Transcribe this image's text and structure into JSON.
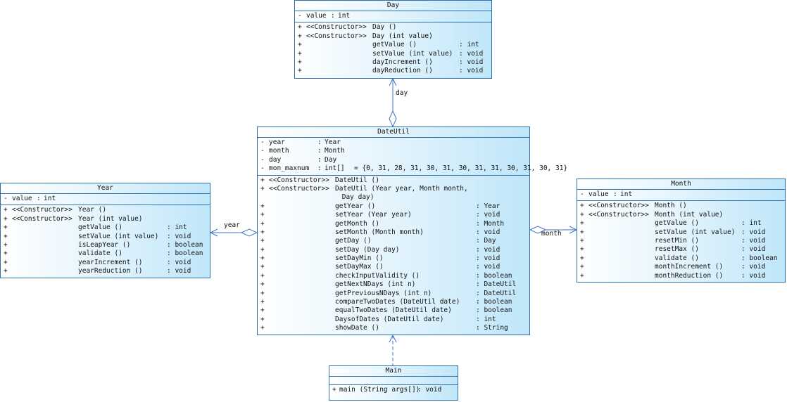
{
  "classes": {
    "day": {
      "name": "Day",
      "attributes": [
        {
          "vis": "-",
          "name": "value",
          "sep": ":",
          "type": "int"
        }
      ],
      "operations": [
        {
          "vis": "+",
          "stereo": "<<Constructor>>",
          "sig": "Day ()",
          "type": ""
        },
        {
          "vis": "+",
          "stereo": "<<Constructor>>",
          "sig": "Day (int value)",
          "type": ""
        },
        {
          "vis": "+",
          "stereo": "",
          "sig": "getValue ()",
          "type": ": int"
        },
        {
          "vis": "+",
          "stereo": "",
          "sig": "setValue (int value)",
          "type": ": void"
        },
        {
          "vis": "+",
          "stereo": "",
          "sig": "dayIncrement ()",
          "type": ": void"
        },
        {
          "vis": "+",
          "stereo": "",
          "sig": "dayReduction ()",
          "type": ": void"
        }
      ]
    },
    "dateutil": {
      "name": "DateUtil",
      "attributes": [
        {
          "vis": "-",
          "name": "year",
          "sep": ":",
          "type": "Year",
          "init": ""
        },
        {
          "vis": "-",
          "name": "month",
          "sep": ":",
          "type": "Month",
          "init": ""
        },
        {
          "vis": "-",
          "name": "day",
          "sep": ":",
          "type": "Day",
          "init": ""
        },
        {
          "vis": "-",
          "name": "mon_maxnum",
          "sep": ":",
          "type": "int[]",
          "init": "= {0, 31, 28, 31, 30, 31, 30, 31, 31, 30, 31, 30, 31}"
        }
      ],
      "operations": [
        {
          "vis": "+",
          "stereo": "<<Constructor>>",
          "sig": "DateUtil ()",
          "type": ""
        },
        {
          "vis": "+",
          "stereo": "<<Constructor>>",
          "sig": "DateUtil (Year year, Month month,",
          "type": ""
        },
        {
          "vis": "",
          "stereo": "",
          "sig": " Day day)",
          "type": "",
          "cont": true
        },
        {
          "vis": "+",
          "stereo": "",
          "sig": "getYear ()",
          "type": ": Year"
        },
        {
          "vis": "+",
          "stereo": "",
          "sig": "setYear (Year year)",
          "type": ": void"
        },
        {
          "vis": "+",
          "stereo": "",
          "sig": "getMonth ()",
          "type": ": Month"
        },
        {
          "vis": "+",
          "stereo": "",
          "sig": "setMonth (Month month)",
          "type": ": void"
        },
        {
          "vis": "+",
          "stereo": "",
          "sig": "getDay ()",
          "type": ": Day"
        },
        {
          "vis": "+",
          "stereo": "",
          "sig": "setDay (Day day)",
          "type": ": void"
        },
        {
          "vis": "+",
          "stereo": "",
          "sig": "setDayMin ()",
          "type": ": void"
        },
        {
          "vis": "+",
          "stereo": "",
          "sig": "setDayMax ()",
          "type": ": void"
        },
        {
          "vis": "+",
          "stereo": "",
          "sig": "checkInputValidity ()",
          "type": ": boolean"
        },
        {
          "vis": "+",
          "stereo": "",
          "sig": "getNextNDays (int n)",
          "type": ": DateUtil"
        },
        {
          "vis": "+",
          "stereo": "",
          "sig": "getPreviousNDays (int n)",
          "type": ": DateUtil"
        },
        {
          "vis": "+",
          "stereo": "",
          "sig": "compareTwoDates (DateUtil date)",
          "type": ": boolean"
        },
        {
          "vis": "+",
          "stereo": "",
          "sig": "equalTwoDates (DateUtil date)",
          "type": ": boolean"
        },
        {
          "vis": "+",
          "stereo": "",
          "sig": "DaysofDates (DateUtil date)",
          "type": ": int"
        },
        {
          "vis": "+",
          "stereo": "",
          "sig": "showDate ()",
          "type": ": String"
        }
      ]
    },
    "year": {
      "name": "Year",
      "attributes": [
        {
          "vis": "-",
          "name": "value",
          "sep": ":",
          "type": "int"
        }
      ],
      "operations": [
        {
          "vis": "+",
          "stereo": "<<Constructor>>",
          "sig": "Year ()",
          "type": ""
        },
        {
          "vis": "+",
          "stereo": "<<Constructor>>",
          "sig": "Year (int value)",
          "type": ""
        },
        {
          "vis": "+",
          "stereo": "",
          "sig": "getValue ()",
          "type": ": int"
        },
        {
          "vis": "+",
          "stereo": "",
          "sig": "setValue (int value)",
          "type": ": void"
        },
        {
          "vis": "+",
          "stereo": "",
          "sig": "isLeapYear ()",
          "type": ": boolean"
        },
        {
          "vis": "+",
          "stereo": "",
          "sig": "validate ()",
          "type": ": boolean"
        },
        {
          "vis": "+",
          "stereo": "",
          "sig": "yearIncrement ()",
          "type": ": void"
        },
        {
          "vis": "+",
          "stereo": "",
          "sig": "yearReduction ()",
          "type": ": void"
        }
      ]
    },
    "month": {
      "name": "Month",
      "attributes": [
        {
          "vis": "-",
          "name": "value",
          "sep": ":",
          "type": "int"
        }
      ],
      "operations": [
        {
          "vis": "+",
          "stereo": "<<Constructor>>",
          "sig": "Month ()",
          "type": ""
        },
        {
          "vis": "+",
          "stereo": "<<Constructor>>",
          "sig": "Month (int value)",
          "type": ""
        },
        {
          "vis": "+",
          "stereo": "",
          "sig": "getValue ()",
          "type": ": int"
        },
        {
          "vis": "+",
          "stereo": "",
          "sig": "setValue (int value)",
          "type": ": void"
        },
        {
          "vis": "+",
          "stereo": "",
          "sig": "resetMin ()",
          "type": ": void"
        },
        {
          "vis": "+",
          "stereo": "",
          "sig": "resetMax ()",
          "type": ": void"
        },
        {
          "vis": "+",
          "stereo": "",
          "sig": "validate ()",
          "type": ": boolean"
        },
        {
          "vis": "+",
          "stereo": "",
          "sig": "monthIncrement ()",
          "type": ": void"
        },
        {
          "vis": "+",
          "stereo": "",
          "sig": "monthReduction ()",
          "type": ": void"
        }
      ]
    },
    "main": {
      "name": "Main",
      "attributes": [],
      "operations": [
        {
          "vis": "+",
          "stereo": "",
          "sig": "main (String args[])",
          "type": ": void"
        }
      ]
    }
  },
  "relations": {
    "day_role": "day",
    "year_role": "year",
    "month_role": "month"
  },
  "colors": {
    "border": "#2e6fb0",
    "fill_light": "#ffffff",
    "fill_dark": "#bfe6f9",
    "edge": "#3f74c4"
  }
}
